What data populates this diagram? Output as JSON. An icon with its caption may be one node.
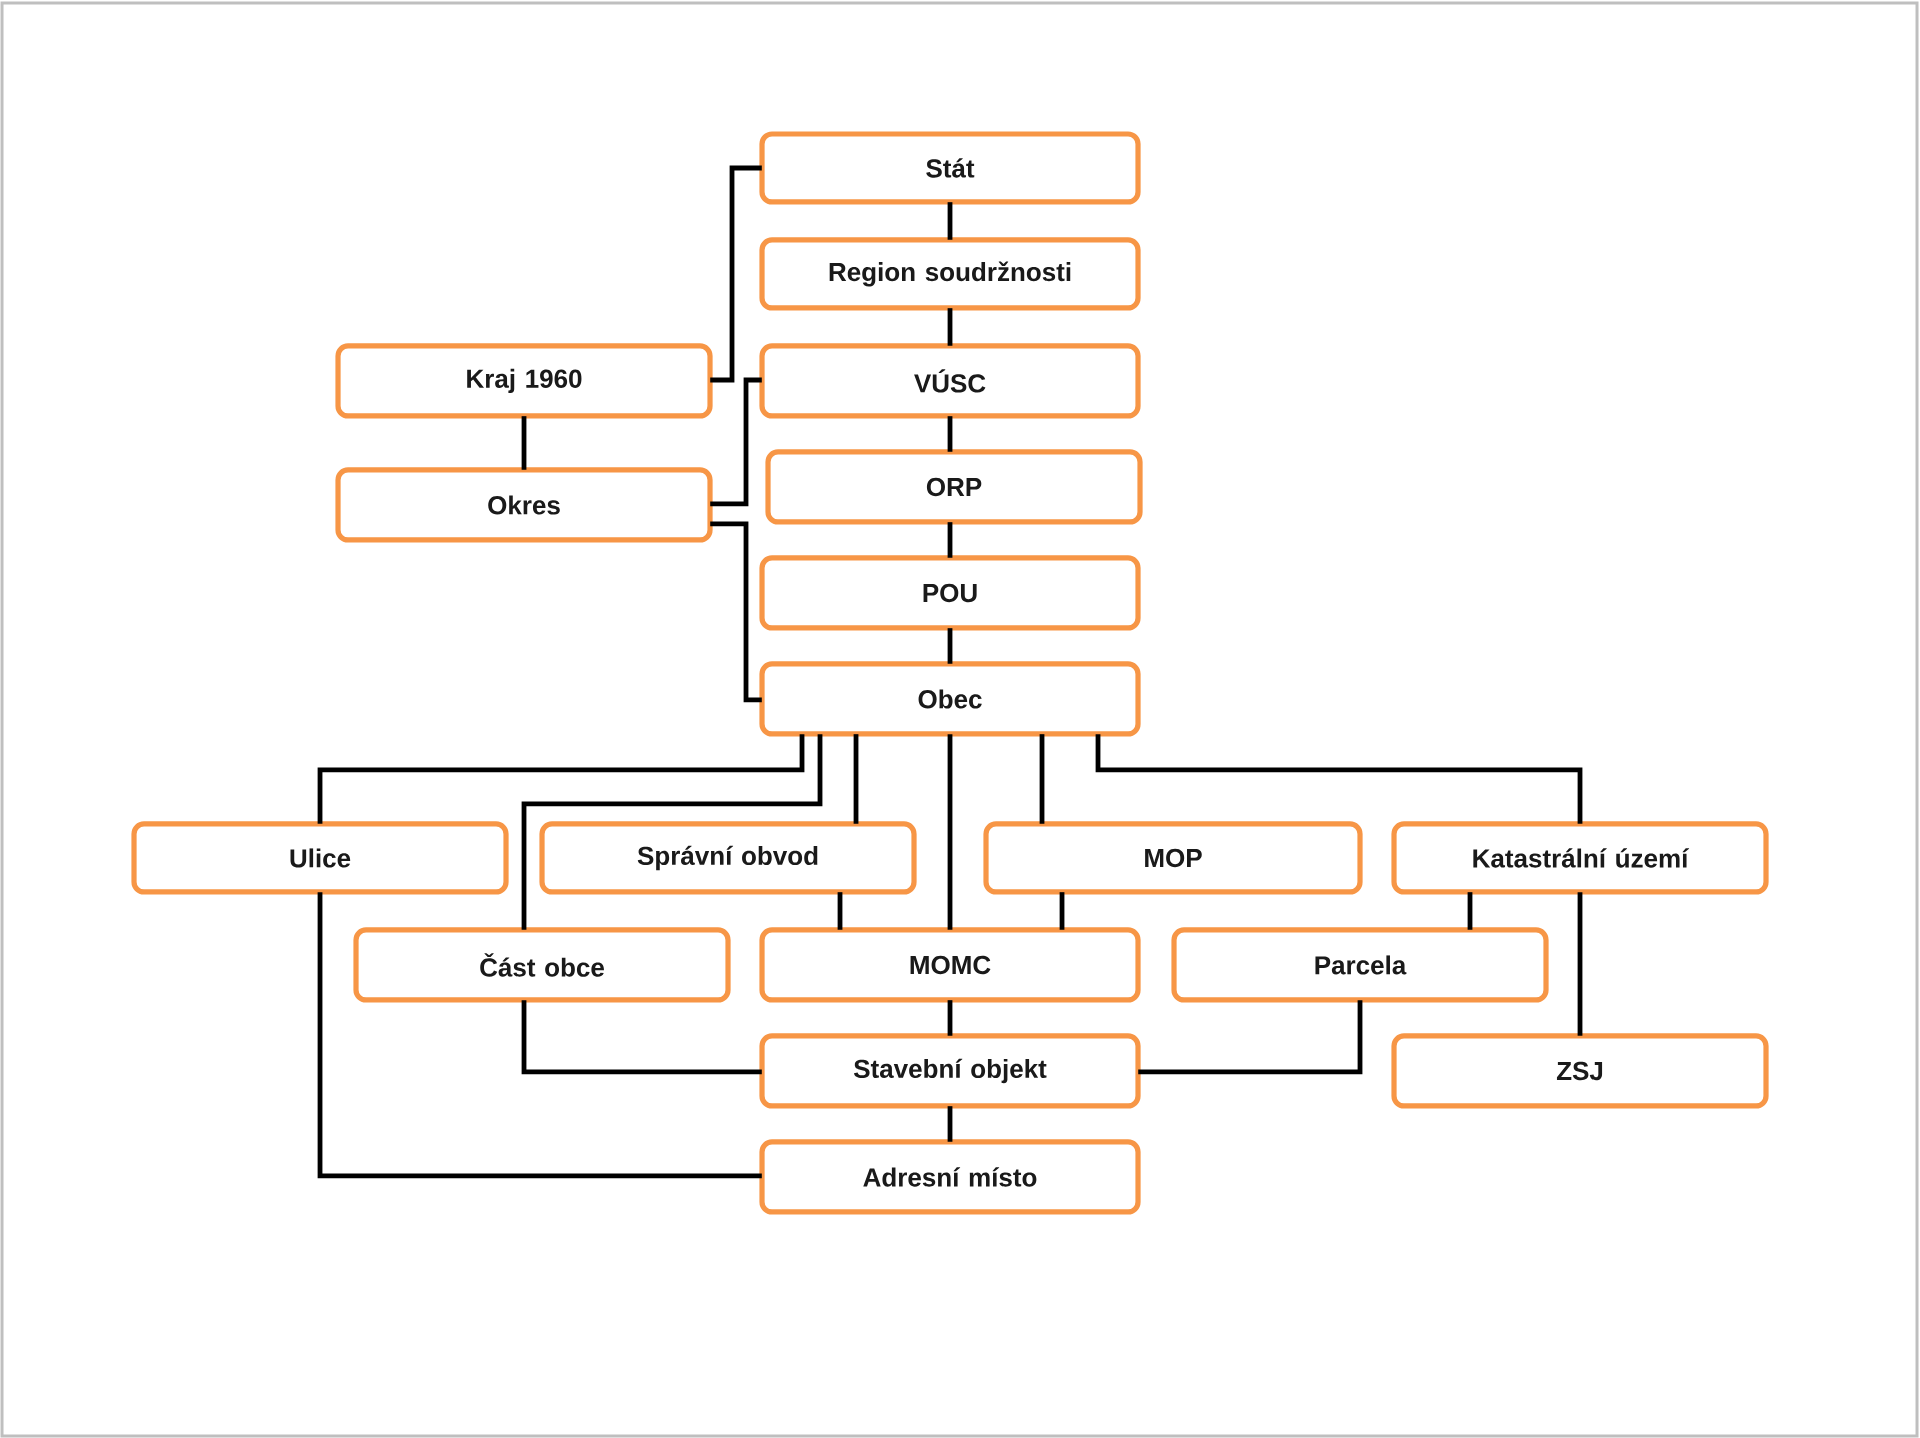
{
  "diagram": {
    "nodes": [
      {
        "text": [
          "Stát"
        ]
      },
      {
        "text": [
          "Region soudržnosti"
        ]
      },
      {
        "text": [
          "Kraj 1960"
        ]
      },
      {
        "text": [
          "VÚSC"
        ]
      },
      {
        "text": [
          "Okres"
        ]
      },
      {
        "text": [
          "ORP"
        ]
      },
      {
        "text": [
          "POU"
        ]
      },
      {
        "text": [
          "Obec"
        ]
      },
      {
        "text": [
          "Ulice"
        ]
      },
      {
        "text": [
          "Správní obvod"
        ]
      },
      {
        "text": [
          "MOP"
        ]
      },
      {
        "text": [
          "Katastrální území"
        ]
      },
      {
        "text": [
          "Část obce"
        ]
      },
      {
        "text": [
          "MOMC"
        ]
      },
      {
        "text": [
          "Parcela"
        ]
      },
      {
        "text": [
          "Stavební objekt"
        ]
      },
      {
        "text": [
          "ZSJ"
        ]
      },
      {
        "text": [
          "Adresní místo"
        ]
      }
    ],
    "edges": [
      {
        "from": 0,
        "to": 1,
        "arrow": "none"
      },
      {
        "from": 1,
        "to": 3,
        "arrow": "none"
      },
      {
        "from": 2,
        "to": 0,
        "arrow": "none"
      },
      {
        "from": 2,
        "to": 4,
        "arrow": "none"
      },
      {
        "from": 4,
        "to": 3,
        "arrow": "none"
      },
      {
        "from": 4,
        "to": 7,
        "arrow": "none"
      },
      {
        "from": 3,
        "to": 5,
        "arrow": "none"
      },
      {
        "from": 5,
        "to": 6,
        "arrow": "none"
      },
      {
        "from": 6,
        "to": 7,
        "arrow": "none"
      },
      {
        "from": 7,
        "to": 8,
        "arrow": "none"
      },
      {
        "from": 7,
        "to": 12,
        "arrow": "none"
      },
      {
        "from": 7,
        "to": 9,
        "arrow": "none"
      },
      {
        "from": 7,
        "to": 13,
        "arrow": "none"
      },
      {
        "from": 7,
        "to": 10,
        "arrow": "none"
      },
      {
        "from": 7,
        "to": 11,
        "arrow": "none"
      },
      {
        "from": 9,
        "to": 13,
        "arrow": "none"
      },
      {
        "from": 10,
        "to": 13,
        "arrow": "none"
      },
      {
        "from": 11,
        "to": 14,
        "arrow": "none"
      },
      {
        "from": 11,
        "to": 16,
        "arrow": "none"
      },
      {
        "from": 8,
        "to": 17,
        "arrow": "none"
      },
      {
        "from": 12,
        "to": 15,
        "arrow": "none"
      },
      {
        "from": 13,
        "to": 15,
        "arrow": "none"
      },
      {
        "from": 14,
        "to": 15,
        "arrow": "none"
      },
      {
        "from": 15,
        "to": 17,
        "arrow": "none"
      }
    ]
  }
}
